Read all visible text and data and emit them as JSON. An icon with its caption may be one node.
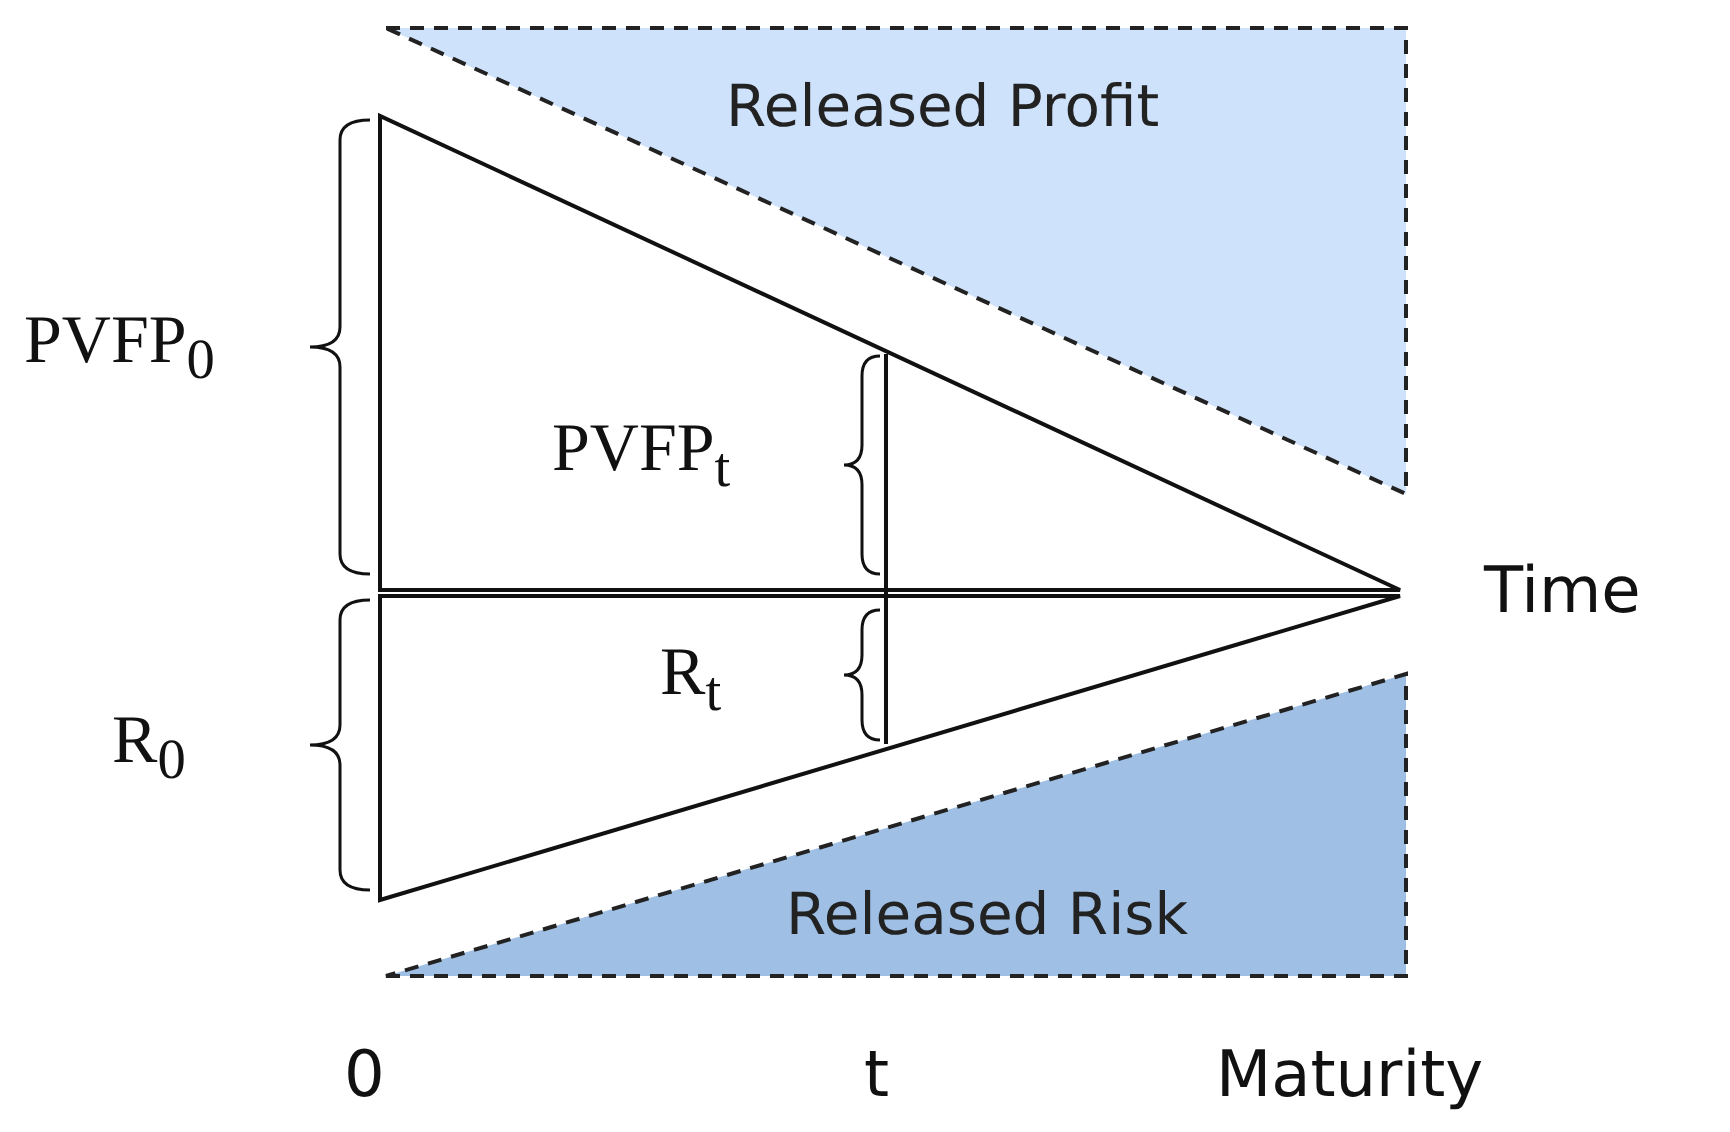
{
  "diagram": {
    "nodes": [
      {
        "text": [
          "Released Profit"
        ]
      },
      {
        "text": [
          "Released Risk"
        ]
      }
    ],
    "labels": [
      "PVFP$_{0}$",
      "PVFP$_{t}$",
      "Time",
      "R$_{t}$",
      "R$_{0}$",
      "0",
      "t",
      "Maturity"
    ]
  }
}
